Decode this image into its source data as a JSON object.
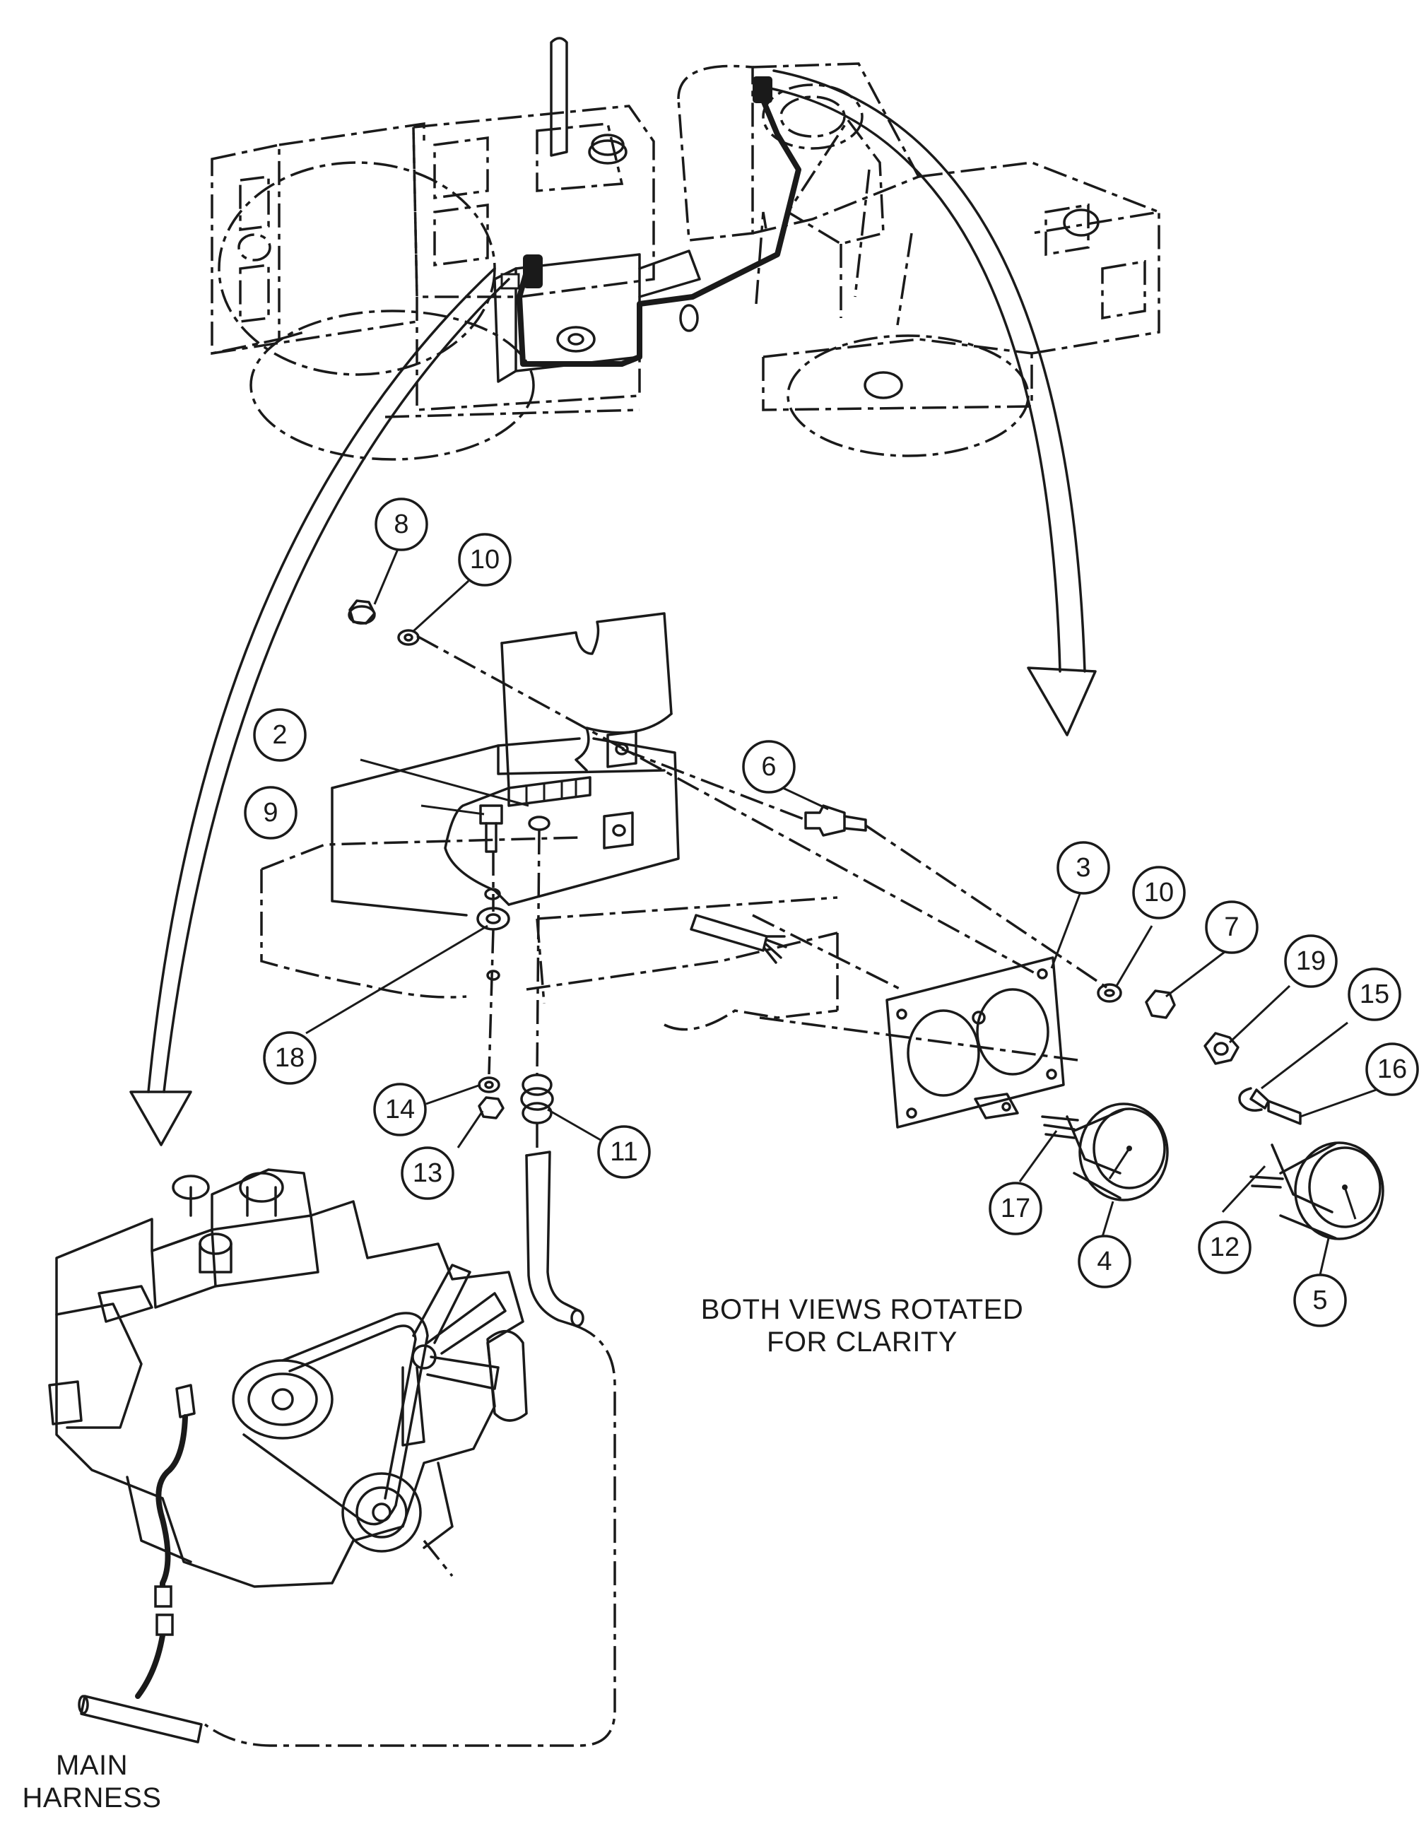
{
  "diagram": {
    "notes": {
      "rotation_note": [
        "BOTH VIEWS ROTATED",
        "FOR CLARITY"
      ],
      "harness_label": [
        "MAIN",
        "HARNESS"
      ]
    },
    "callouts": [
      "2",
      "3",
      "4",
      "5",
      "6",
      "7",
      "8",
      "9",
      "10",
      "10",
      "11",
      "12",
      "13",
      "14",
      "15",
      "16",
      "17",
      "18",
      "19"
    ],
    "colors": {
      "line": "#1a1a1a",
      "background": "#ffffff"
    }
  }
}
